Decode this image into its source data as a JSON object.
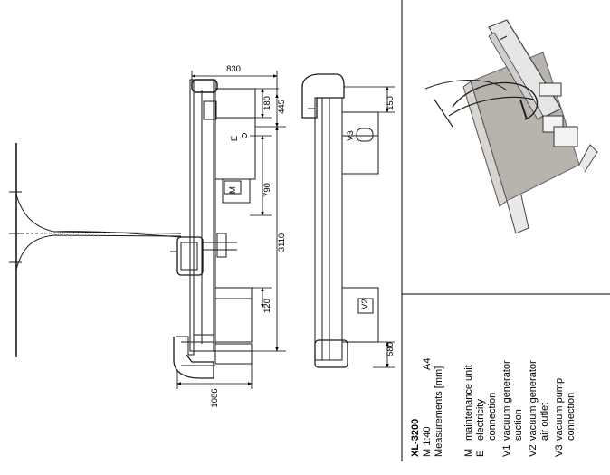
{
  "dimensions": {
    "width_830": "830",
    "d180": "180",
    "d445": "445",
    "d790": "790",
    "d3110": "3110",
    "d120": "120",
    "d1086": "1086",
    "d150": "150",
    "d580": "580"
  },
  "markers": {
    "e": "E",
    "m": "M",
    "v3": "V3",
    "v2": "V2"
  },
  "legend": {
    "model": "XL-3200",
    "scale": "M 1:40",
    "paper": "A4",
    "units": "Measurements [mm]",
    "items": [
      {
        "code": "M",
        "lines": [
          "maintenance unit"
        ]
      },
      {
        "code": "E",
        "lines": [
          "electricity",
          "connection"
        ]
      },
      {
        "code": "V1",
        "lines": [
          "vacuum generator",
          "suction"
        ]
      },
      {
        "code": "V2",
        "lines": [
          "vacuum generator",
          "air outlet"
        ]
      },
      {
        "code": "V3",
        "lines": [
          "vacuum pump",
          "connection"
        ]
      }
    ]
  },
  "colors": {
    "line": "#1a1a1a",
    "render_fill": "#b9b3ae",
    "render_frame": "#6e6e6e"
  }
}
